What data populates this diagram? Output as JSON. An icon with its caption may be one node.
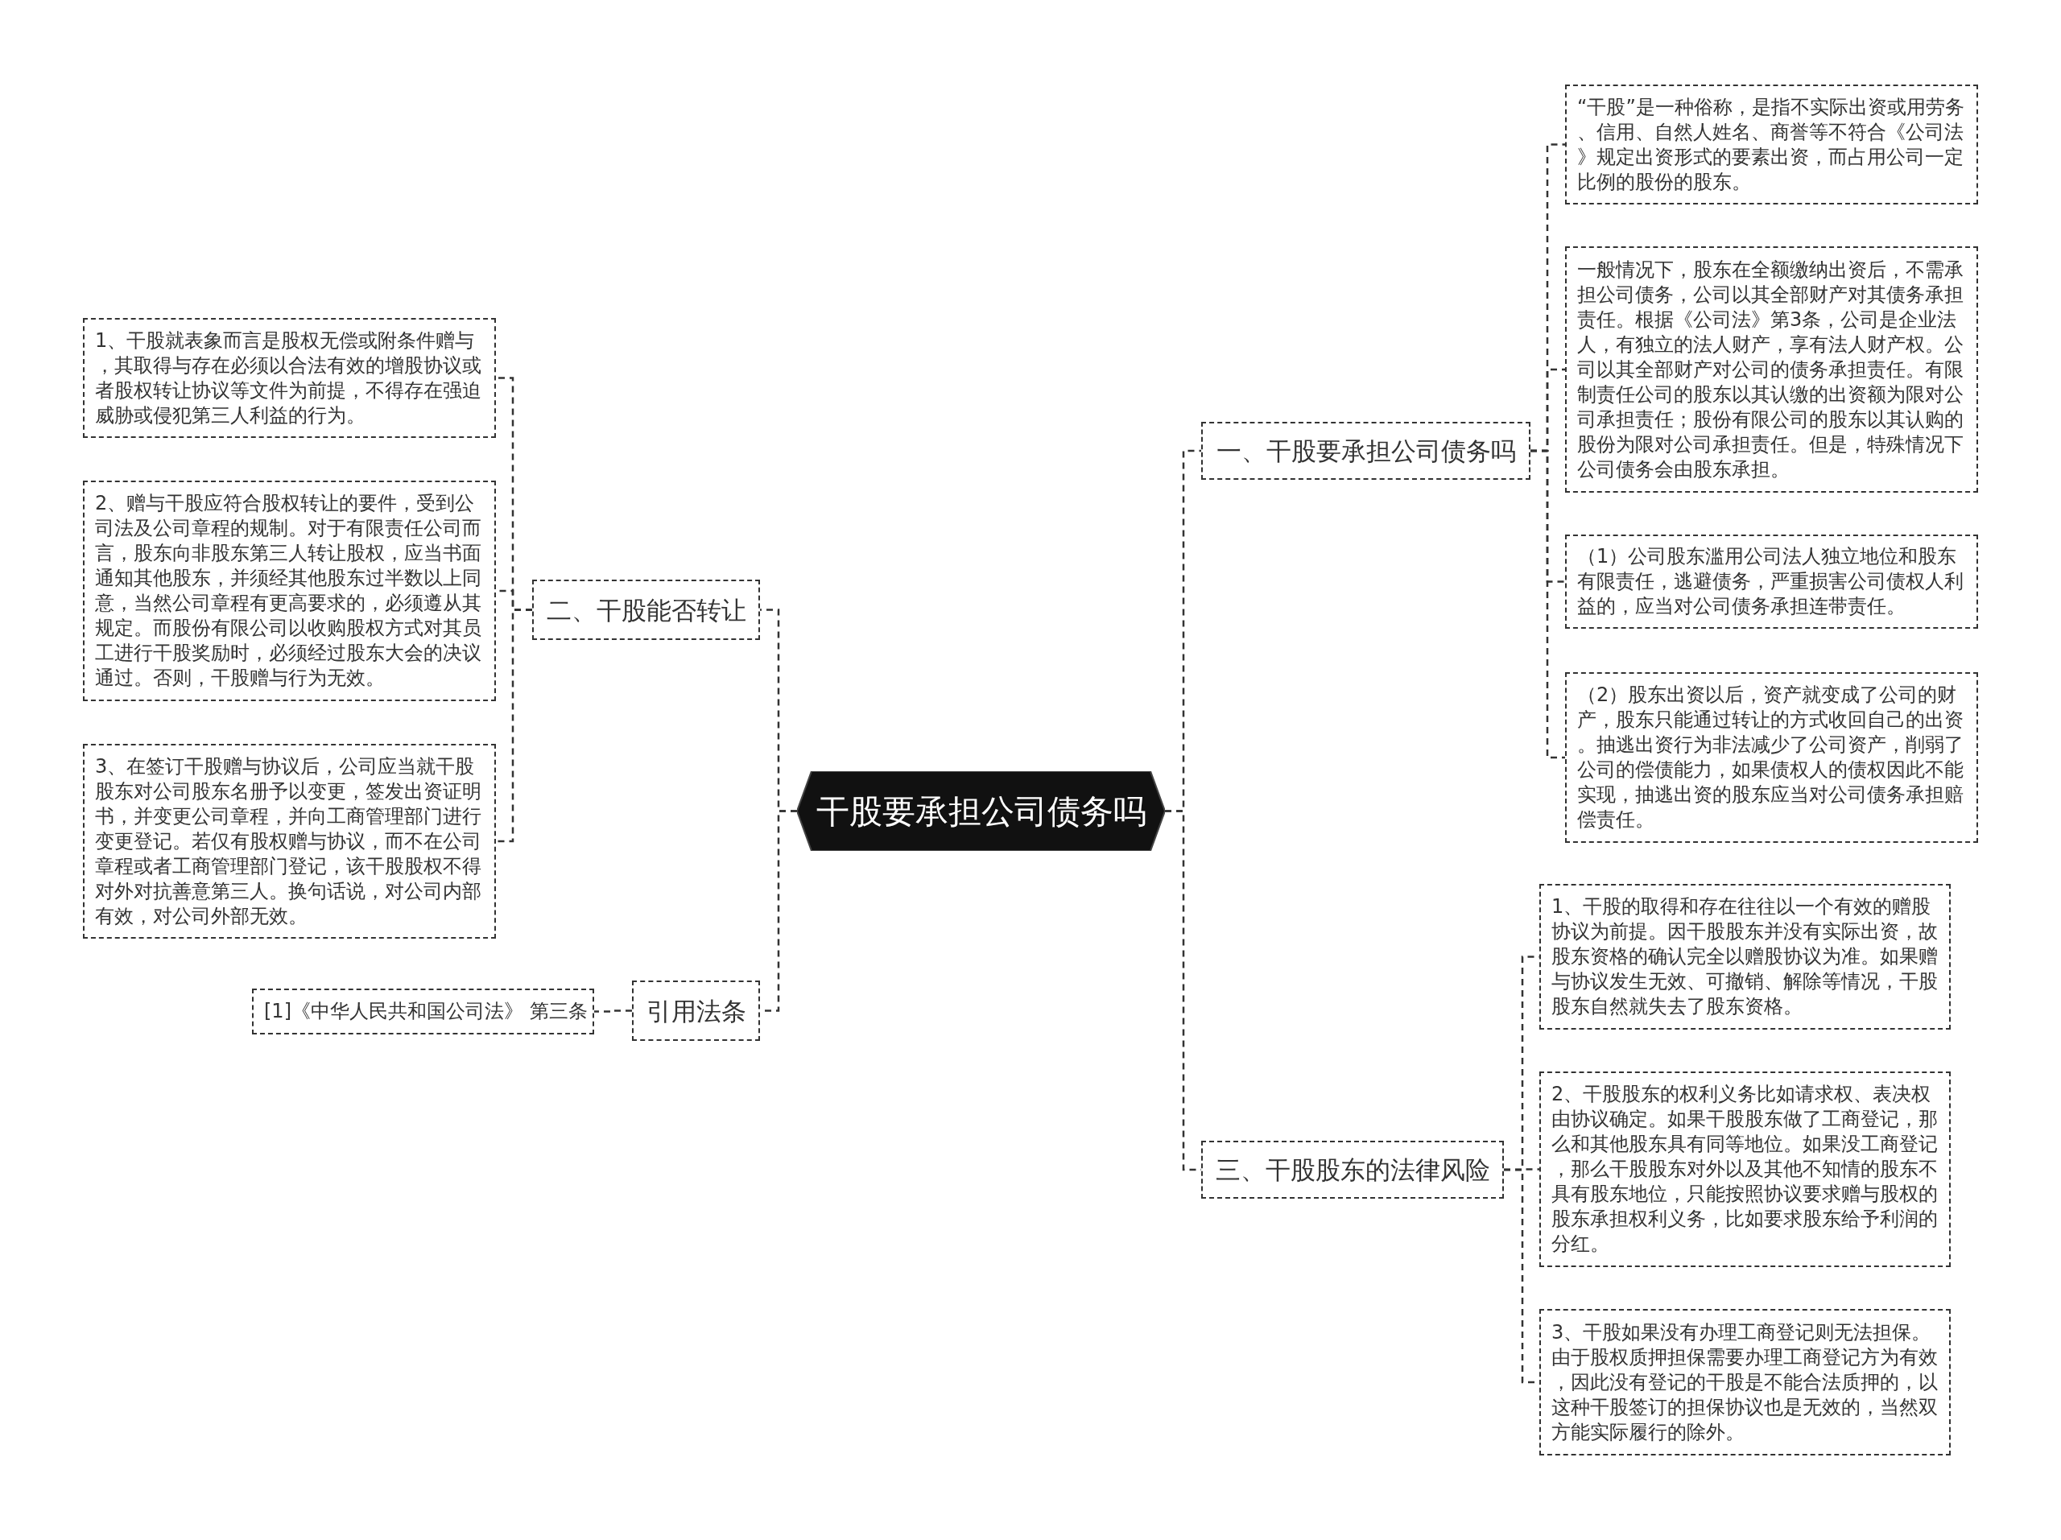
{
  "diagram": {
    "nodes": [
      {
        "text": [
          "干股要承担公司债务吗"
        ]
      },
      {
        "text": [
          "一、干股要承担公司债务吗"
        ]
      },
      {
        "text": [
          "“干股”是一种俗称，是指不实际出资或用劳务、信用、自然人姓名、商誉等不符合《公司法》规定出资形式的要素出资，而占用公司一定比例的股份的股东。"
        ]
      },
      {
        "text": [
          "一般情况下，股东在全额缴纳出资后，不需承担公司债务，公司以其全部财产对其债务承担责任。根据《公司法》第3条，公司是企业法人，有独立的法人财产，享有法人财产权。公司以其全部财产对公司的债务承担责任。有限制责任公司的股东以其认缴的出资额为限对公司承担责任；股份有限公司的股东以其认购的股份为限对公司承担责任。但是，特殊情况下公司债务会由股东承担。"
        ]
      },
      {
        "text": [
          "（1）公司股东滥用公司法人独立地位和股东有限责任，逃避债务，严重损害公司债权人利益的，应当对公司债务承担连带责任。"
        ]
      },
      {
        "text": [
          "（2）股东出资以后，资产就变成了公司的财产，股东只能通过转让的方式收回自己的出资。抽逃出资行为非法减少了公司资产，削弱了公司的偿债能力，如果债权人的债权因此不能实现，抽逃出资的股东应当对公司债务承担赔偿责任。"
        ]
      },
      {
        "text": [
          "三、干股股东的法律风险"
        ]
      },
      {
        "text": [
          "1、干股的取得和存在往往以一个有效的赠股协议为前提。因干股股东并没有实际出资，故股东资格的确认完全以赠股协议为准。如果赠与协议发生无效、可撤销、解除等情况，干股股东自然就失去了股东资格。"
        ]
      },
      {
        "text": [
          "2、干股股东的权利义务比如请求权、表决权由协议确定。如果干股股东做了工商登记，那么和其他股东具有同等地位。如果没工商登记，那么干股股东对外以及其他不知情的股东不具有股东地位，只能按照协议要求赠与股权的股东承担权利义务，比如要求股东给予利润的分红。"
        ]
      },
      {
        "text": [
          "3、干股如果没有办理工商登记则无法担保。由于股权质押担保需要办理工商登记方为有效，因此没有登记的干股是不能合法质押的，以这种干股签订的担保协议也是无效的，当然双方能实际履行的除外。"
        ]
      },
      {
        "text": [
          "二、干股能否转让"
        ]
      },
      {
        "text": [
          "1、干股就表象而言是股权无偿或附条件赠与，其取得与存在必须以合法有效的增股协议或者股权转让协议等文件为前提，不得存在强迫威胁或侵犯第三人利益的行为。"
        ]
      },
      {
        "text": [
          "2、赠与干股应符合股权转让的要件，受到公司法及公司章程的规制。对于有限责任公司而言，股东向非股东第三人转让股权，应当书面通知其他股东，并须经其他股东过半数以上同意，当然公司章程有更高要求的，必须遵从其规定。而股份有限公司以收购股权方式对其员工进行干股奖励时，必须经过股东大会的决议通过。否则，干股赠与行为无效。"
        ]
      },
      {
        "text": [
          "3、在签订干股赠与协议后，公司应当就干股股东对公司股东名册予以变更，签发出资证明书，并变更公司章程，并向工商管理部门进行变更登记。若仅有股权赠与协议，而不在公司章程或者工商管理部门登记，该干股股权不得对外对抗善意第三人。换句话说，对公司内部有效，对公司外部无效。"
        ]
      },
      {
        "text": [
          "引用法条"
        ]
      },
      {
        "text": [
          "[1]《中华人民共和国公司法》 第三条"
        ]
      }
    ],
    "edges": [
      {
        "from": 0,
        "to": 1,
        "arrow": "none"
      },
      {
        "from": 1,
        "to": 2,
        "arrow": "none"
      },
      {
        "from": 1,
        "to": 3,
        "arrow": "none"
      },
      {
        "from": 1,
        "to": 4,
        "arrow": "none"
      },
      {
        "from": 1,
        "to": 5,
        "arrow": "none"
      },
      {
        "from": 0,
        "to": 6,
        "arrow": "none"
      },
      {
        "from": 6,
        "to": 7,
        "arrow": "none"
      },
      {
        "from": 6,
        "to": 8,
        "arrow": "none"
      },
      {
        "from": 6,
        "to": 9,
        "arrow": "none"
      },
      {
        "from": 0,
        "to": 10,
        "arrow": "none"
      },
      {
        "from": 10,
        "to": 11,
        "arrow": "none"
      },
      {
        "from": 10,
        "to": 12,
        "arrow": "none"
      },
      {
        "from": 10,
        "to": 13,
        "arrow": "none"
      },
      {
        "from": 0,
        "to": 14,
        "arrow": "none"
      },
      {
        "from": 14,
        "to": 15,
        "arrow": "none"
      }
    ]
  }
}
